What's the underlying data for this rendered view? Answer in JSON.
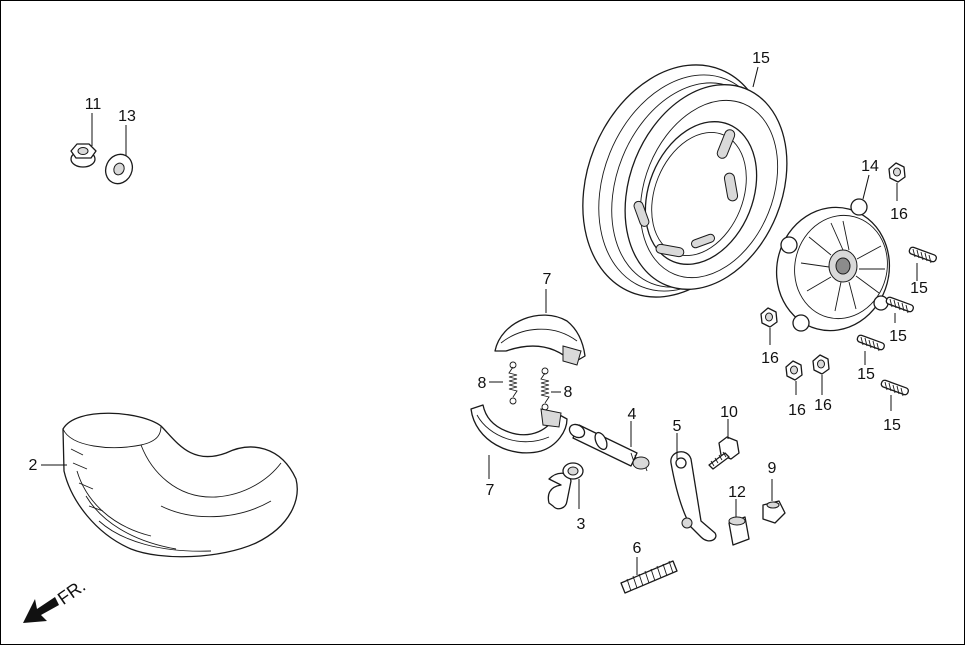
{
  "orientation_label": "FR.",
  "callouts": {
    "nut_11": "11",
    "washer_13": "13",
    "tire_2": "2",
    "rim_15": "15",
    "hub_14": "14",
    "nut_16_top": "16",
    "stud_15_a": "15",
    "stud_15_b": "15",
    "stud_15_c": "15",
    "stud_15_d": "15",
    "nut_16_left": "16",
    "nut_16_bottom_a": "16",
    "nut_16_bottom_b": "16",
    "shoe_7_top": "7",
    "shoe_7_bottom": "7",
    "spring_8_left": "8",
    "spring_8_right": "8",
    "cam_4": "4",
    "valve_3": "3",
    "arm_5": "5",
    "bolt_10": "10",
    "collar_12": "12",
    "fitting_9": "9",
    "spring_6": "6"
  }
}
